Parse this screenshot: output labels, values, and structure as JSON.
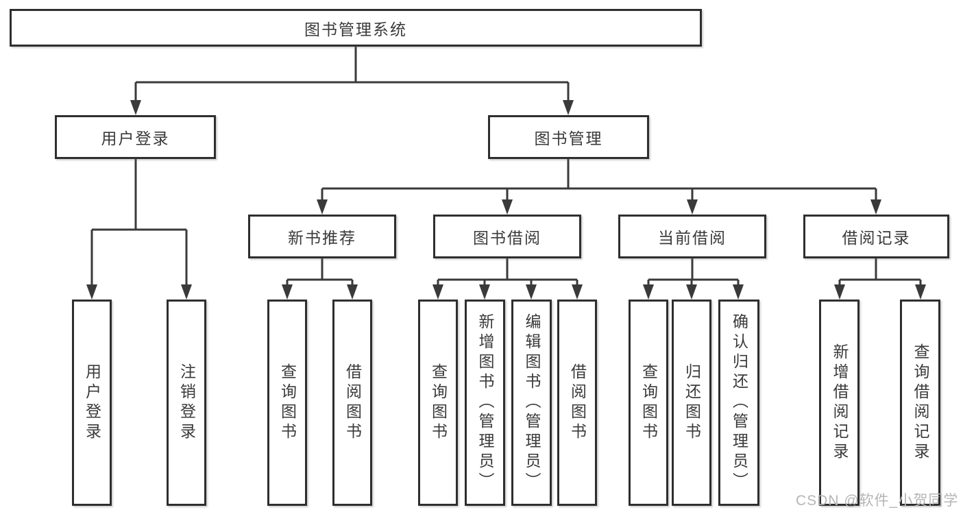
{
  "diagram": {
    "title": "图书管理系统",
    "type": "hierarchy-tree",
    "colors": {
      "line": "#3a3a3a",
      "box_border": "#2e2e2e",
      "text": "#3a3a3a",
      "background": "#ffffff",
      "watermark": "#b5b5b5"
    },
    "root": {
      "label": "图书管理系统"
    },
    "level2": [
      {
        "label": "用户登录",
        "parent": "图书管理系统"
      },
      {
        "label": "图书管理",
        "parent": "图书管理系统"
      }
    ],
    "level3": [
      {
        "label": "新书推荐",
        "parent": "图书管理"
      },
      {
        "label": "图书借阅",
        "parent": "图书管理"
      },
      {
        "label": "当前借阅",
        "parent": "图书管理"
      },
      {
        "label": "借阅记录",
        "parent": "图书管理"
      }
    ],
    "leaves": [
      {
        "label": "用户登录",
        "parent": "用户登录"
      },
      {
        "label": "注销登录",
        "parent": "用户登录"
      },
      {
        "label": "查询图书",
        "parent": "新书推荐"
      },
      {
        "label": "借阅图书",
        "parent": "新书推荐"
      },
      {
        "label": "查询图书",
        "parent": "图书借阅"
      },
      {
        "label": "新增图书（管理员）",
        "parent": "图书借阅"
      },
      {
        "label": "编辑图书（管理员）",
        "parent": "图书借阅"
      },
      {
        "label": "借阅图书",
        "parent": "图书借阅"
      },
      {
        "label": "查询图书",
        "parent": "当前借阅"
      },
      {
        "label": "归还图书",
        "parent": "当前借阅"
      },
      {
        "label": "确认归还（管理员）",
        "parent": "当前借阅"
      },
      {
        "label": "新增借阅记录",
        "parent": "借阅记录"
      },
      {
        "label": "查询借阅记录",
        "parent": "借阅记录"
      }
    ],
    "watermark": "CSDN @软件_小贺同学"
  }
}
